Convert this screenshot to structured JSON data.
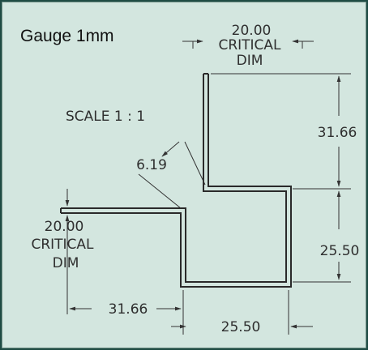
{
  "drawing": {
    "gauge_label": "Gauge 1mm",
    "scale_label": "SCALE 1 : 1",
    "top_critical": {
      "value": "20.00",
      "line1": "CRITICAL",
      "line2": "DIM"
    },
    "left_critical": {
      "value": "20.00",
      "line1": "CRITICAL",
      "line2": "DIM"
    },
    "dims": {
      "right_upper": "31.66",
      "right_lower": "25.50",
      "bottom_left": "31.66",
      "bottom_right": "25.50",
      "angled": "6.19"
    },
    "colors": {
      "background": "#d3e6df",
      "outer": "#1e4b43",
      "part": "#2a2a2a",
      "dim_line": "#333333"
    }
  }
}
